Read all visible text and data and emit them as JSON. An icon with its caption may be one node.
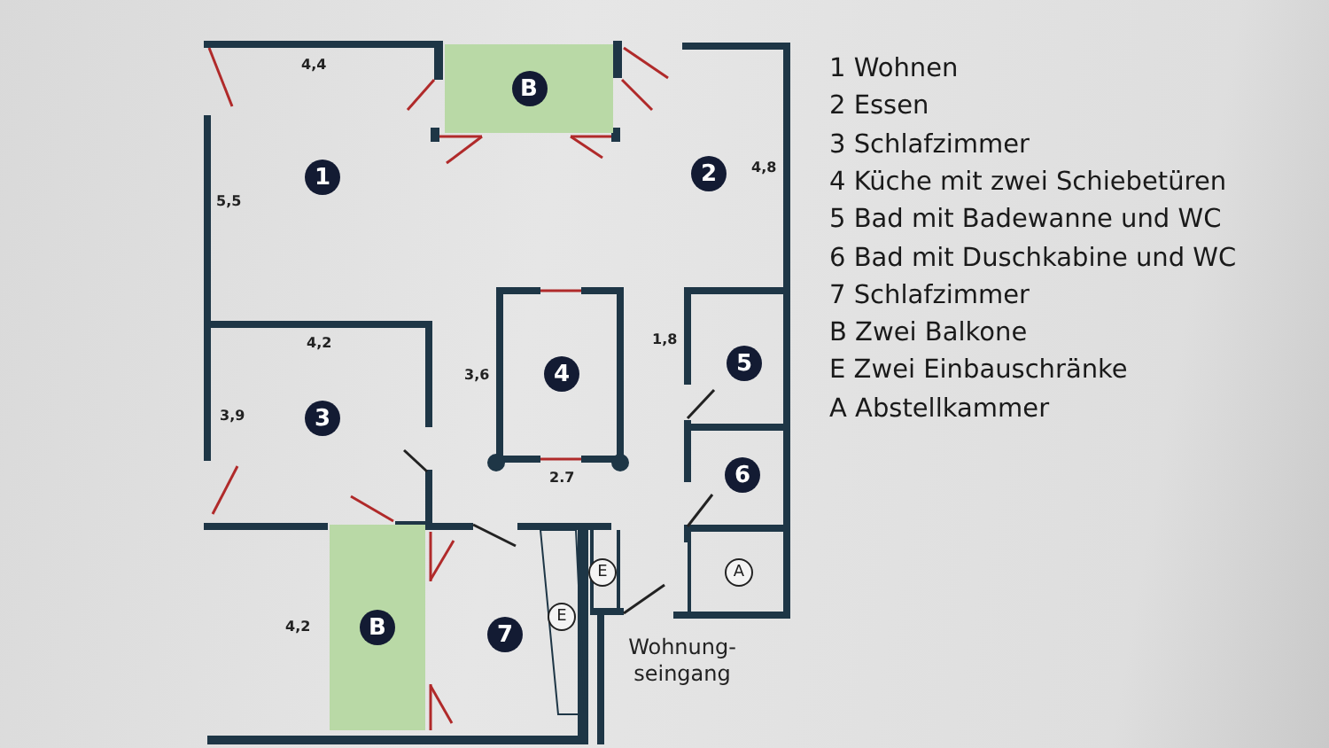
{
  "diagram": {
    "nodes": [
      {
        "text": [],
        "shape": "box"
      },
      {
        "text": [
          "B"
        ],
        "in": 0
      },
      {
        "text": [
          "1"
        ]
      },
      {
        "text": [
          "2"
        ]
      },
      {
        "text": [
          "4"
        ]
      },
      {
        "text": [
          "5"
        ]
      },
      {
        "text": [
          "3"
        ]
      },
      {
        "text": [
          "6"
        ]
      },
      {
        "text": [
          "E"
        ]
      },
      {
        "text": [
          "A"
        ]
      },
      {
        "text": [],
        "shape": "box"
      },
      {
        "text": [
          "B"
        ],
        "in": 10
      },
      {
        "text": [
          "7"
        ]
      },
      {
        "text": [
          "E"
        ]
      }
    ],
    "edges": [],
    "labels": [
      "4,4",
      "4,8",
      "5,5",
      "1,8",
      "4,2",
      "3,6",
      "3,9",
      "2.7",
      "4,2",
      "Wohnung- seingang",
      "1 Wohnen",
      "2 Essen",
      "3 Schlafzimmer",
      "4 Küche mit zwei Schiebetüren",
      "5 Bad mit Badewanne und WC",
      "6 Bad mit Duschkabine und WC",
      "7 Schlafzimmer",
      "B Zwei Balkone",
      "E Zwei Einbauschränke",
      "A Abstellkammer"
    ]
  }
}
